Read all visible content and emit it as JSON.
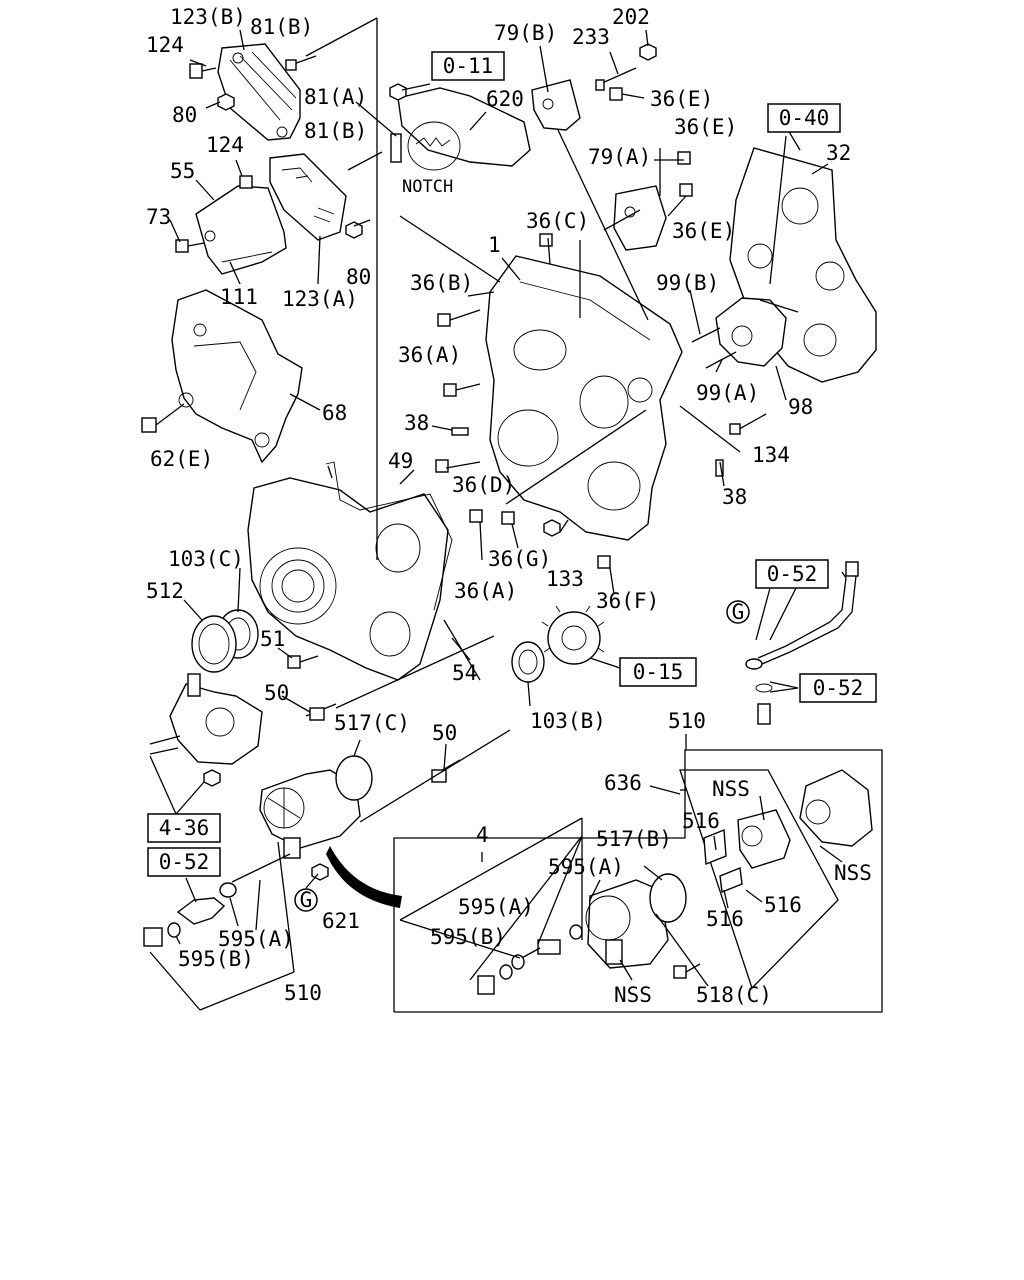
{
  "labels": {
    "l123b_top": "123(B)",
    "l81b_top": "81(B)",
    "l124_top": "124",
    "l80_top": "80",
    "l81a": "81(A)",
    "l81b_mid": "81(B)",
    "l124_mid": "124",
    "l55": "55",
    "l73": "73",
    "l111": "111",
    "l123a": "123(A)",
    "l80_mid": "80",
    "l68": "68",
    "l62e": "62(E)",
    "l620": "620",
    "notch": "NOTCH",
    "l79b": "79(B)",
    "l233": "233",
    "l202": "202",
    "l36e_1": "36(E)",
    "l36e_2": "36(E)",
    "l79a": "79(A)",
    "l36e_3": "36(E)",
    "l36c": "36(C)",
    "l1": "1",
    "l36b": "36(B)",
    "l36a_top": "36(A)",
    "l38_top": "38",
    "l36d": "36(D)",
    "l49": "49",
    "l36g": "36(G)",
    "l133": "133",
    "l36a_bot": "36(A)",
    "l36f": "36(F)",
    "l32": "32",
    "l99b": "99(B)",
    "l99a": "99(A)",
    "l98": "98",
    "l134": "134",
    "l38_bot": "38",
    "l103c": "103(C)",
    "l512": "512",
    "l51": "51",
    "l54": "54",
    "l103b": "103(B)",
    "l50_left": "50",
    "l517c": "517(C)",
    "l50_right": "50",
    "l621": "621",
    "l595a_left": "595(A)",
    "l595b_left": "595(B)",
    "l510_bot": "510",
    "l510_top": "510",
    "l636": "636",
    "l516_1": "516",
    "l516_2": "516",
    "l516_3": "516",
    "lnss_1": "NSS",
    "lnss_2": "NSS",
    "lnss_3": "NSS",
    "l4": "4",
    "l517b": "517(B)",
    "l595a_inset": "595(A)",
    "l595a_inset2": "595(A)",
    "l595b_inset": "595(B)",
    "l518c": "518(C)",
    "g_top": "G",
    "g_bot": "G"
  },
  "ref_boxes": {
    "b011": "0-11",
    "b040": "0-40",
    "b052_right1": "0-52",
    "b052_right2": "0-52",
    "b015": "0-15",
    "b436": "4-36",
    "b052_left": "0-52"
  }
}
